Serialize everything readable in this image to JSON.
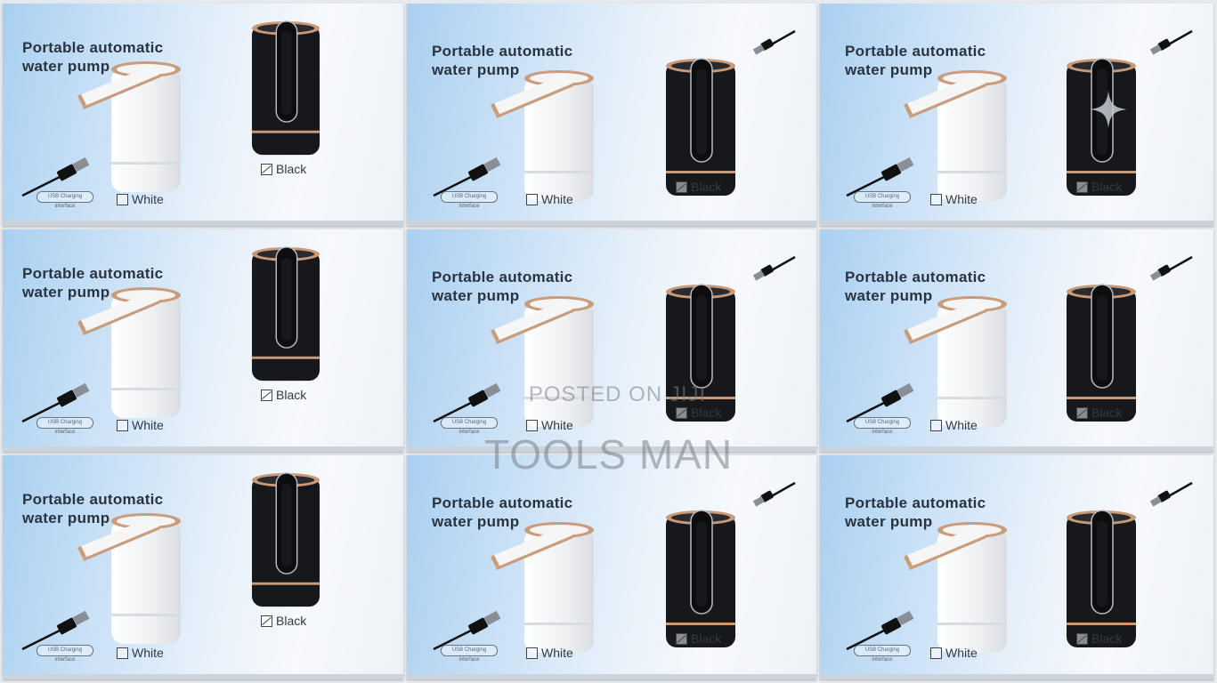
{
  "boxes": [
    {
      "title_line1": "Portable automatic",
      "title_line2": "water pump",
      "white_label": "White",
      "black_label": "Black",
      "badge": "USB Charging interface"
    },
    {
      "title_line1": "Portable automatic",
      "title_line2": "water pump",
      "white_label": "White",
      "black_label": "Black",
      "badge": "USB Charging interface"
    },
    {
      "title_line1": "Portable automatic",
      "title_line2": "water pump",
      "white_label": "White",
      "black_label": "Black",
      "badge": "USB Charging interface"
    },
    {
      "title_line1": "Portable automatic",
      "title_line2": "water pump",
      "white_label": "White",
      "black_label": "Black",
      "badge": "USB Charging interface"
    },
    {
      "title_line1": "Portable automatic",
      "title_line2": "water pump",
      "white_label": "White",
      "black_label": "Black",
      "badge": "USB Charging interface"
    },
    {
      "title_line1": "Portable automatic",
      "title_line2": "water pump",
      "white_label": "White",
      "black_label": "Black",
      "badge": "USB Charging interface"
    },
    {
      "title_line1": "Portable automatic",
      "title_line2": "water pump",
      "white_label": "White",
      "black_label": "Black",
      "badge": "USB Charging interface"
    },
    {
      "title_line1": "Portable automatic",
      "title_line2": "water pump",
      "white_label": "White",
      "black_label": "Black",
      "badge": "USB Charging interface"
    },
    {
      "title_line1": "Portable automatic",
      "title_line2": "water pump",
      "white_label": "White",
      "black_label": "Black",
      "badge": "USB Charging interface"
    }
  ],
  "watermark": {
    "line1": "POSTED ON JIJI",
    "line2": "TOOLS MAN"
  },
  "colors": {
    "box_blue": "#a9cff1",
    "pump_black": "#17181b",
    "pump_accent": "#c99a78",
    "pump_white": "#f2f3f5"
  }
}
